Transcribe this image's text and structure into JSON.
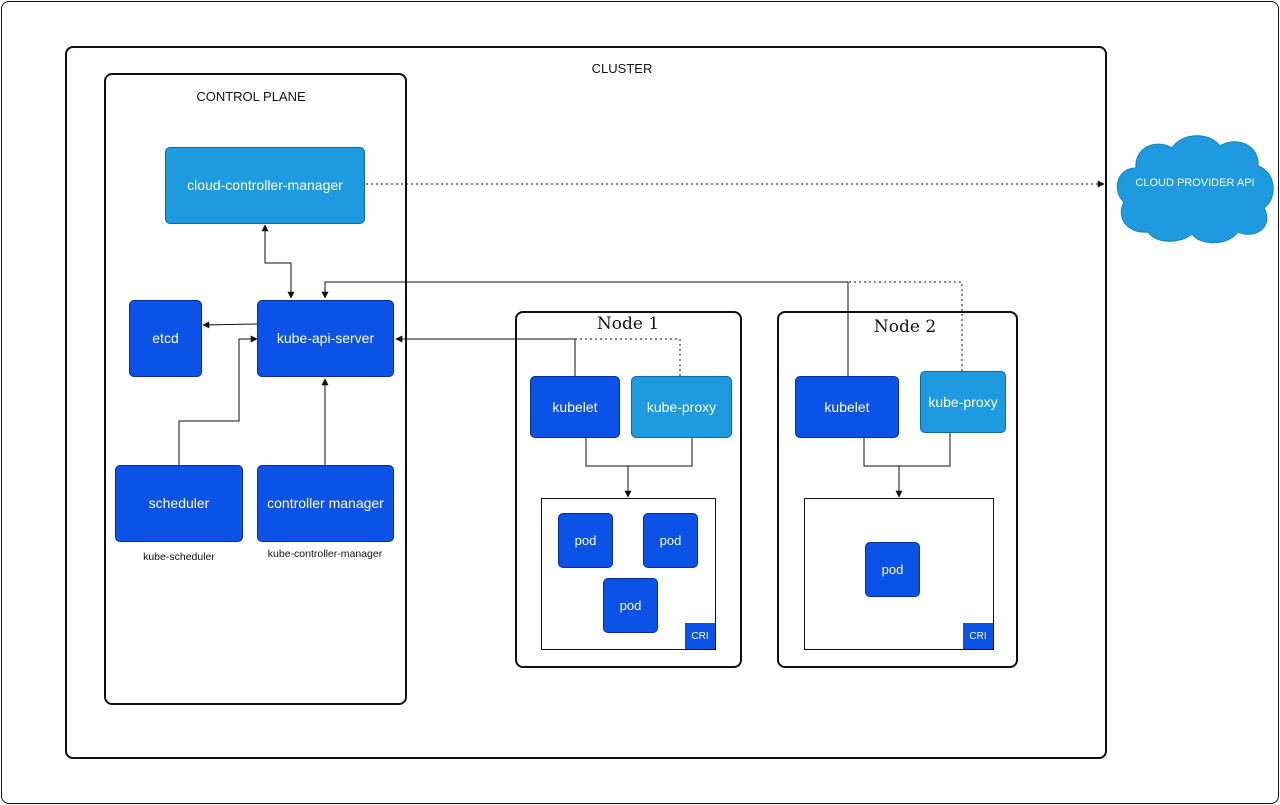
{
  "cluster": {
    "title": "CLUSTER"
  },
  "control_plane": {
    "title": "CONTROL PLANE",
    "cloud_controller_manager": "cloud-controller-manager",
    "kube_api_server": "kube-api-server",
    "etcd": "etcd",
    "scheduler": "scheduler",
    "scheduler_caption": "kube-scheduler",
    "controller_manager": "controller manager",
    "controller_manager_caption": "kube-controller-manager"
  },
  "nodes": [
    {
      "title": "Node 1",
      "kubelet": "kubelet",
      "kube_proxy": "kube-proxy",
      "pods": [
        "pod",
        "pod",
        "pod"
      ],
      "runtime": "CRI"
    },
    {
      "title": "Node 2",
      "kubelet": "kubelet",
      "kube_proxy": "kube-proxy",
      "pods": [
        "pod"
      ],
      "runtime": "CRI"
    }
  ],
  "cloud_provider": {
    "label": "CLOUD PROVIDER API"
  },
  "colors": {
    "dark_blue": "#0b52e6",
    "light_blue": "#1e9be0",
    "cloud": "#1e9be0",
    "line": "#111111"
  }
}
